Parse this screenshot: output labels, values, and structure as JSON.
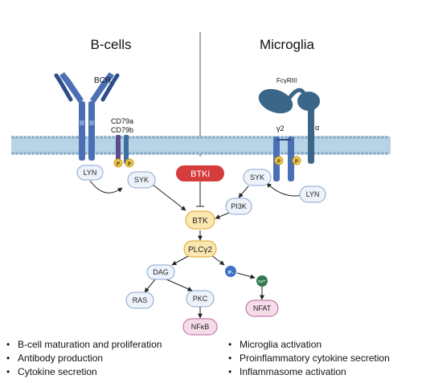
{
  "headings": {
    "left": "B-cells",
    "right": "Microglia"
  },
  "receptors": {
    "bcr": "BCR",
    "cd79a": "CD79a",
    "cd79b": "CD79b",
    "fcgr": "FcγRIII",
    "gamma2": "γ2",
    "alpha": "α"
  },
  "phospho_label": "P",
  "nodes": {
    "lyn_left": "LYN",
    "syk_left": "SYK",
    "btki": "BTKi",
    "syk_right": "SYK",
    "lyn_right": "LYN",
    "pi3k": "PI3K",
    "btk": "BTK",
    "plcg2": "PLCγ2",
    "dag": "DAG",
    "ip3": "IP₃",
    "ca": "Ca²⁺",
    "ras": "RAS",
    "pkc": "PKC",
    "nfkb": "NFκB",
    "nfat": "NFAT"
  },
  "outcomes": {
    "left": [
      "B-cell maturation and proliferation",
      "Antibody production",
      "Cytokine secretion"
    ],
    "right": [
      "Microglia activation",
      "Proinflammatory cytokine secretion",
      "Inflammasome activation"
    ]
  },
  "colors": {
    "membrane": "#b7d3e6",
    "membrane_dot": "#8fb3cc",
    "receptor": "#4a6fb5",
    "receptor_dark": "#2e4d8c",
    "fcgr": "#3c6687",
    "cd79a": "#5b4b8a",
    "cd79b": "#3f6ea0",
    "phospho": "#f2c94c",
    "node_fill": "#eef3fb",
    "node_stroke": "#8aa4cc",
    "btk_fill": "#fbe7b0",
    "btk_stroke": "#d8a520",
    "btki": "#d63c3c",
    "pink_fill": "#f6dbe9",
    "pink_stroke": "#b5669a",
    "ip3": "#3f6fc9",
    "ca": "#2f7a4f"
  }
}
